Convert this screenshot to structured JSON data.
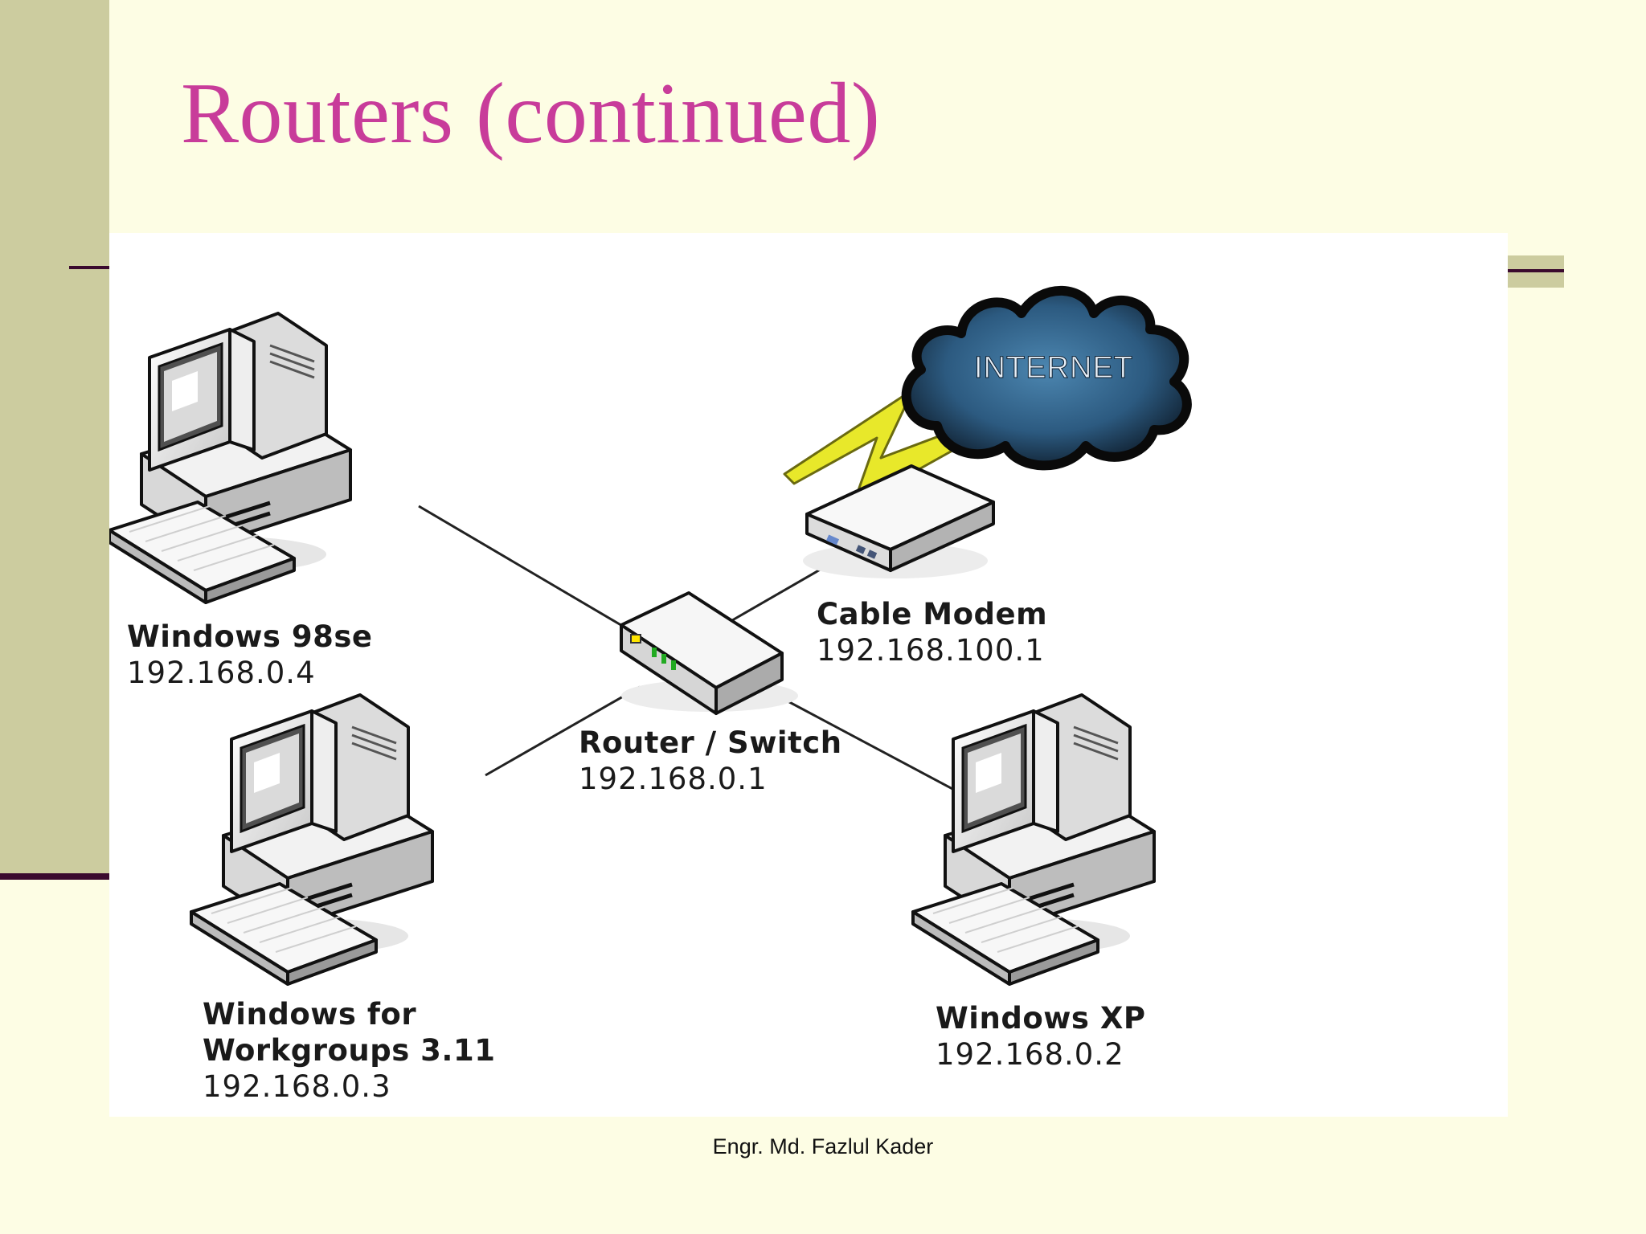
{
  "slide": {
    "title": "Routers (continued)",
    "footer": "Engr. Md. Fazlul Kader"
  },
  "diagram": {
    "internet_label": "INTERNET",
    "nodes": [
      {
        "id": "win98",
        "name": "Windows 98se",
        "ip": "192.168.0.4"
      },
      {
        "id": "wfw",
        "name_line1": "Windows for",
        "name_line2": "Workgroups 3.11",
        "ip": "192.168.0.3"
      },
      {
        "id": "router",
        "name": "Router / Switch",
        "ip": "192.168.0.1"
      },
      {
        "id": "modem",
        "name": "Cable Modem",
        "ip": "192.168.100.1"
      },
      {
        "id": "winxp",
        "name": "Windows XP",
        "ip": "192.168.0.2"
      }
    ],
    "links": [
      [
        "win98",
        "router"
      ],
      [
        "wfw",
        "router"
      ],
      [
        "winxp",
        "router"
      ],
      [
        "modem",
        "router"
      ],
      [
        "modem",
        "internet"
      ]
    ],
    "colors": {
      "title": "#c83c9a",
      "background": "#fdfde4",
      "sidebar": "#cccc9f",
      "rule": "#3a0a2e",
      "cloud": "#2a5a80",
      "lightning": "#e8e82a"
    }
  }
}
